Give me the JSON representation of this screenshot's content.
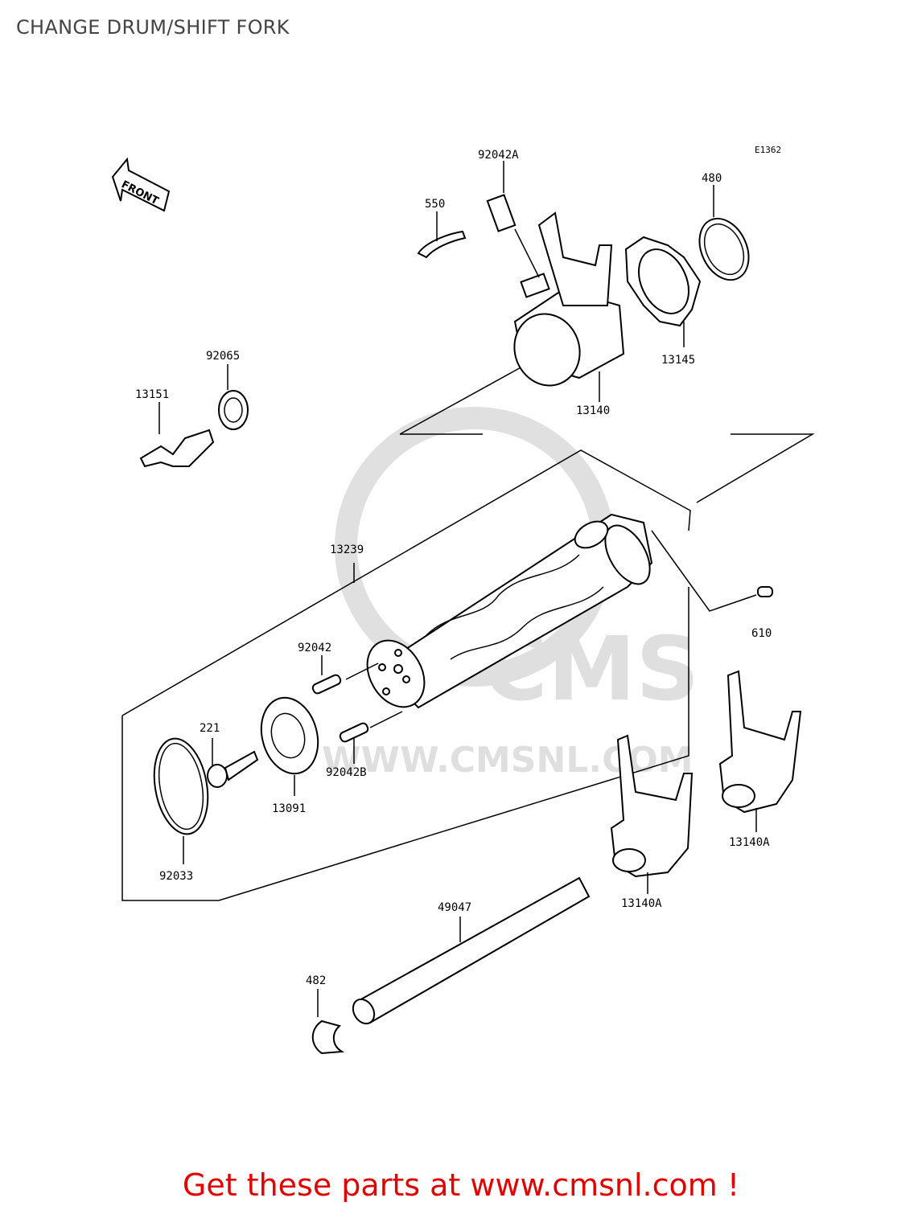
{
  "page": {
    "title": "CHANGE DRUM/SHIFT FORK",
    "diagram_code": "E1362",
    "front_label": "FRONT",
    "cta_prefix": "Get these parts at ",
    "cta_link": "www.cmsnl.com",
    "cta_suffix": " !",
    "watermark_text": "CMS",
    "watermark_url": "WWW.CMSNL.COM"
  },
  "parts": [
    {
      "number": "92042A"
    },
    {
      "number": "550"
    },
    {
      "number": "480"
    },
    {
      "number": "13145"
    },
    {
      "number": "13140"
    },
    {
      "number": "92065"
    },
    {
      "number": "13151"
    },
    {
      "number": "13239"
    },
    {
      "number": "610"
    },
    {
      "number": "92042"
    },
    {
      "number": "221"
    },
    {
      "number": "92042B"
    },
    {
      "number": "13091"
    },
    {
      "number": "92033"
    },
    {
      "number": "13140A"
    },
    {
      "number": "13140A"
    },
    {
      "number": "49047"
    },
    {
      "number": "482"
    }
  ],
  "colors": {
    "cta": "#e00000",
    "title": "#444444",
    "line": "#000000"
  }
}
